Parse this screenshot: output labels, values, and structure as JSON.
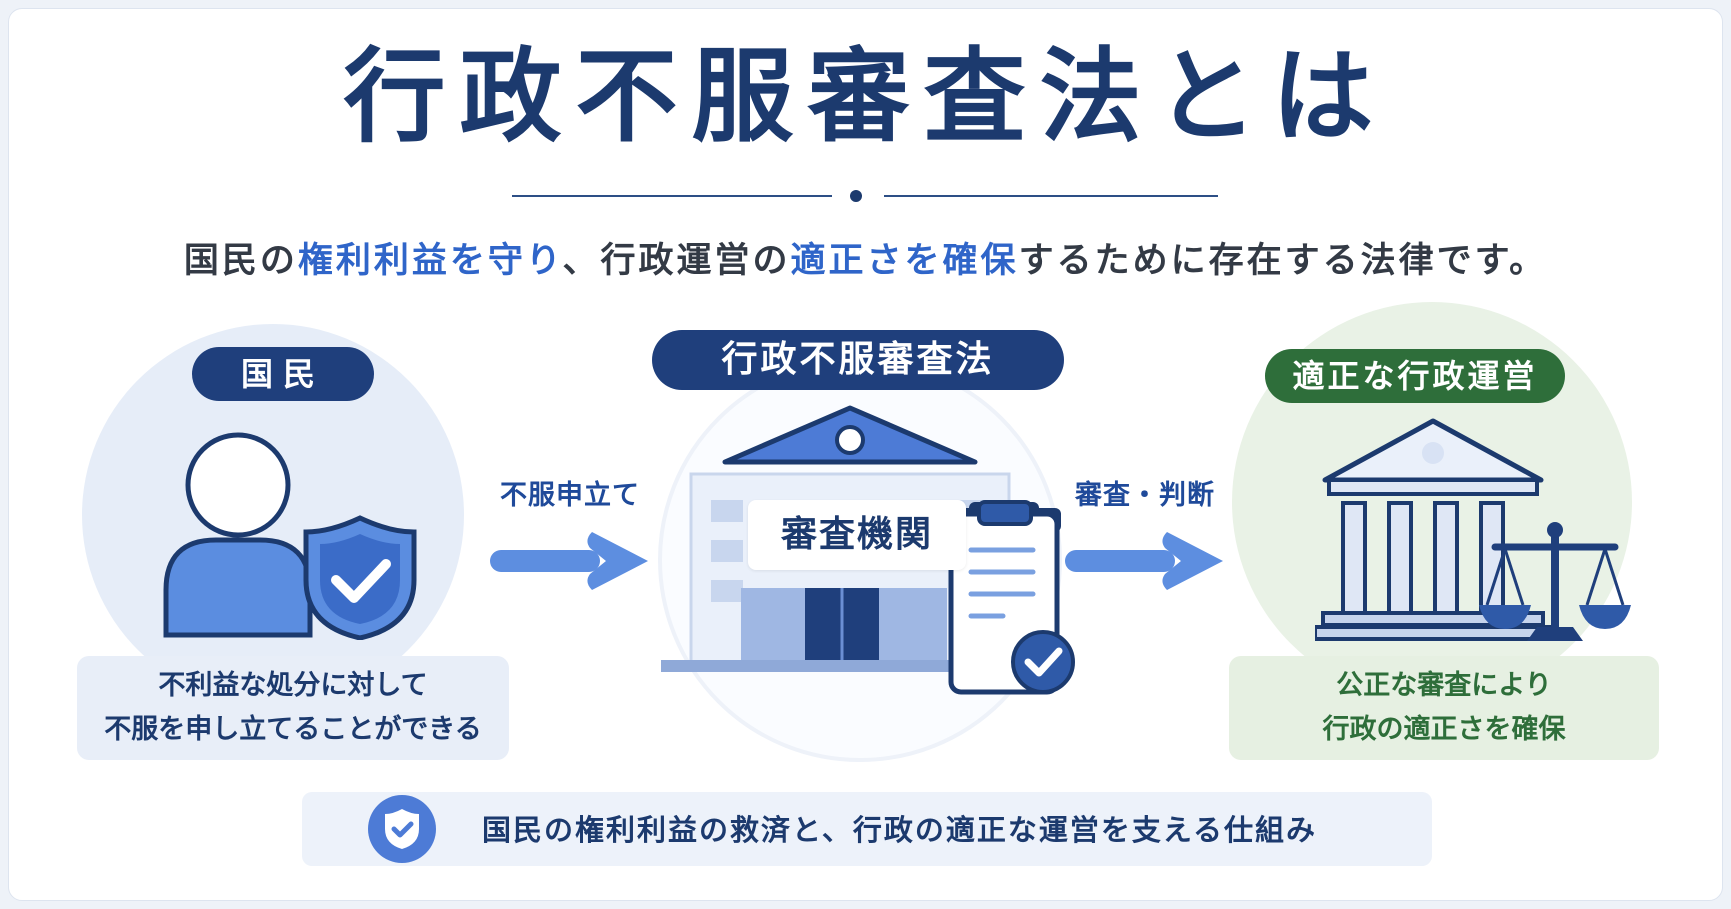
{
  "title": "行政不服審査法とは",
  "subtitle": {
    "p1": "国民の",
    "h1": "権利利益を守り",
    "p2": "、行政運営の",
    "h2": "適正さを確保",
    "p3": "するために存在する法律です。"
  },
  "left": {
    "pill": "国民",
    "desc_line1": "不利益な処分に対して",
    "desc_line2": "不服を申し立てることができる"
  },
  "center": {
    "pill": "行政不服審査法",
    "sign": "審査機関"
  },
  "right": {
    "pill": "適正な行政運営",
    "desc_line1": "公正な審査により",
    "desc_line2": "行政の適正さを確保"
  },
  "arrows": {
    "left_label": "不服申立て",
    "right_label": "審査・判断"
  },
  "bottom": {
    "text": "国民の権利利益の救済と、行政の適正な運営を支える仕組み"
  },
  "colors": {
    "navy": "#1c3a6e",
    "accent_blue": "#2f65c9",
    "green": "#2e6e3a",
    "arrow": "#5d8ee0"
  }
}
